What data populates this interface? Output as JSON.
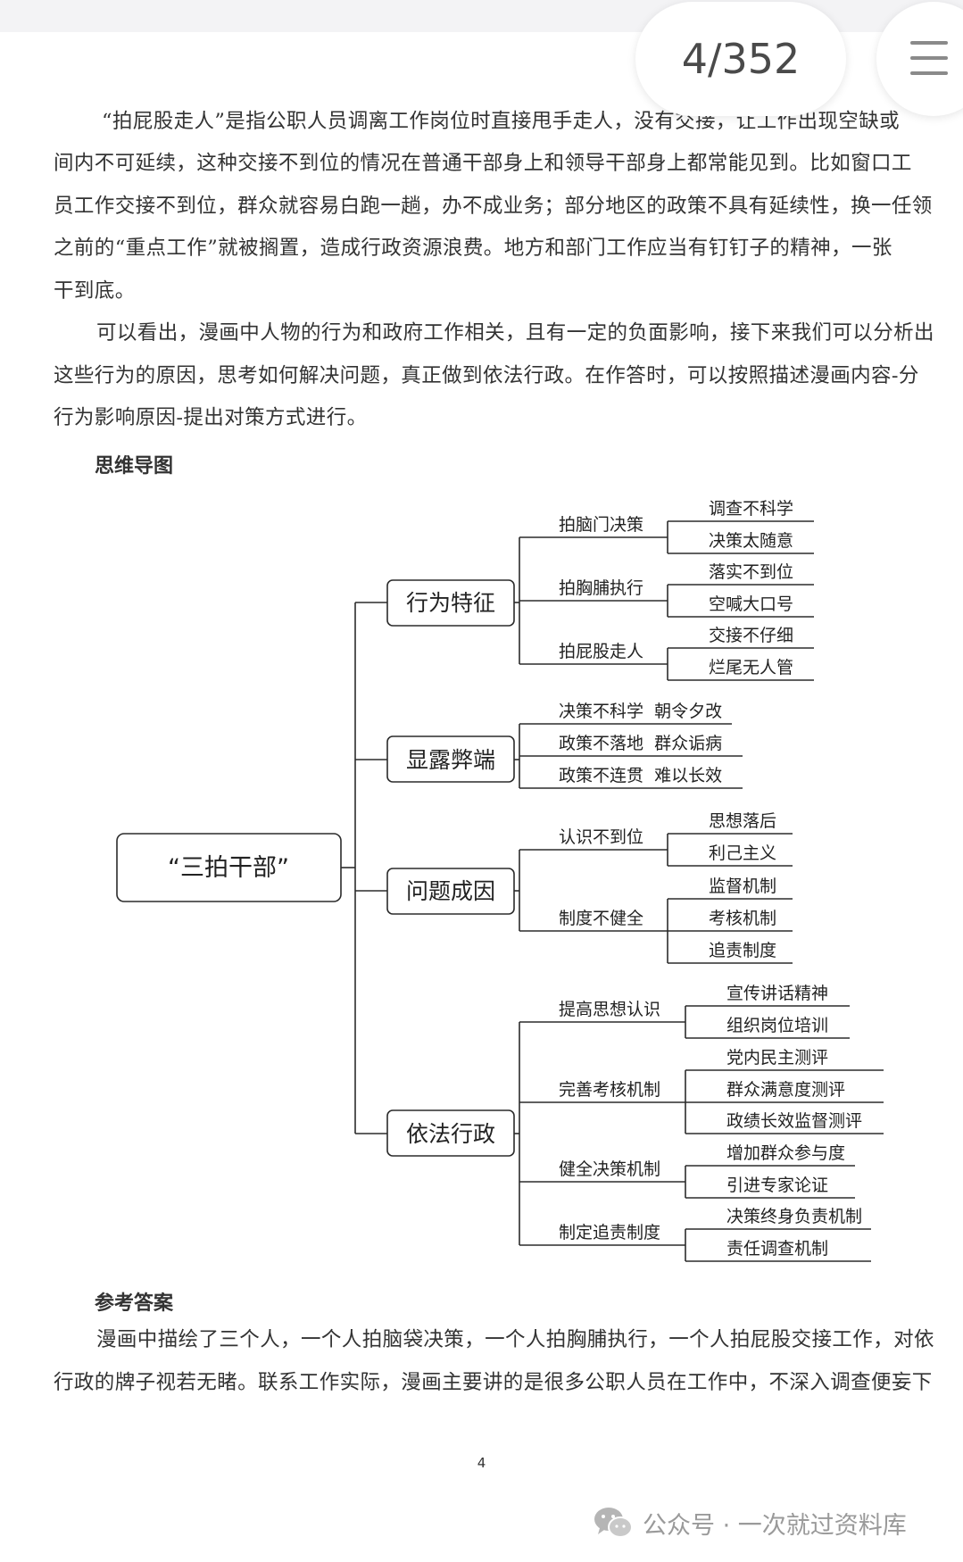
{
  "viewer": {
    "page_counter": "4/352",
    "menu_icon": "hamburger-menu-icon"
  },
  "body_paragraphs": [
    [
      "“拍屁股走人”是指公职人员调离工作岗位时直接甩手走人，没有交接，让工作出现空缺或",
      "间内不可延续，这种交接不到位的情况在普通干部身上和领导干部身上都常能见到。比如窗口工",
      "员工作交接不到位，群众就容易白跑一趟，办不成业务；部分地区的政策不具有延续性，换一任领",
      "之前的“重点工作”就被搁置，造成行政资源浪费。地方和部门工作应当有钉钉子的精神，一张",
      "干到底。"
    ],
    [
      "可以看出，漫画中人物的行为和政府工作相关，且有一定的负面影响，接下来我们可以分析出",
      "这些行为的原因，思考如何解决问题，真正做到依法行政。在作答时，可以按照描述漫画内容-分",
      "行为影响原因-提出对策方式进行。"
    ]
  ],
  "mindmap_heading": "思维导图",
  "mindmap": {
    "root": "“三拍干部”",
    "branches": [
      {
        "label": "行为特征",
        "groups": [
          {
            "label": "拍脑门决策",
            "leaves": [
              "调查不科学",
              "决策太随意"
            ]
          },
          {
            "label": "拍胸脯执行",
            "leaves": [
              "落实不到位",
              "空喊大口号"
            ]
          },
          {
            "label": "拍屁股走人",
            "leaves": [
              "交接不仔细",
              "烂尾无人管"
            ]
          }
        ]
      },
      {
        "label": "显露弊端",
        "items": [
          "决策不科学  朝令夕改",
          "政策不落地  群众诟病",
          "政策不连贯  难以长效"
        ]
      },
      {
        "label": "问题成因",
        "groups": [
          {
            "label": "认识不到位",
            "leaves": [
              "思想落后",
              "利己主义"
            ]
          },
          {
            "label": "制度不健全",
            "leaves": [
              "监督机制",
              "考核机制",
              "追责制度"
            ]
          }
        ]
      },
      {
        "label": "依法行政",
        "groups": [
          {
            "label": "提高思想认识",
            "leaves": [
              "宣传讲话精神",
              "组织岗位培训"
            ]
          },
          {
            "label": "完善考核机制",
            "leaves": [
              "党内民主测评",
              "群众满意度测评",
              "政绩长效监督测评"
            ]
          },
          {
            "label": "健全决策机制",
            "leaves": [
              "增加群众参与度",
              "引进专家论证"
            ]
          },
          {
            "label": "制定追责制度",
            "leaves": [
              "决策终身负责机制",
              "责任调查机制"
            ]
          }
        ]
      }
    ]
  },
  "answer_heading": "参考答案",
  "answer_lines": [
    "漫画中描绘了三个人，一个人拍脑袋决策，一个人拍胸脯执行，一个人拍屁股交接工作，对依",
    "行政的牌子视若无睹。联系工作实际，漫画主要讲的是很多公职人员在工作中，不深入调查便妄下"
  ],
  "page_number": "4",
  "watermark": {
    "icon": "wechat-icon",
    "text": "公众号 · 一次就过资料库"
  }
}
